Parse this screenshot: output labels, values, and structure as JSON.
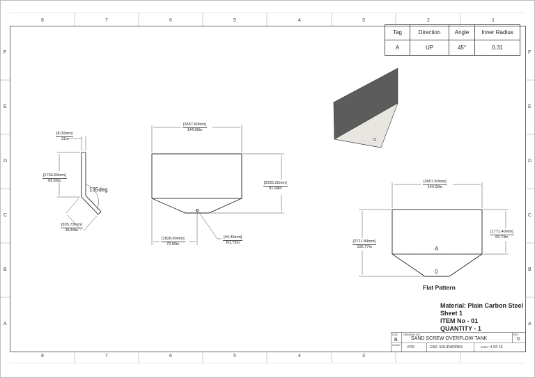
{
  "border": {
    "columns": [
      "8",
      "7",
      "6",
      "5",
      "4",
      "3",
      "2",
      "1"
    ],
    "rows": [
      "F",
      "E",
      "D",
      "C",
      "B",
      "A"
    ]
  },
  "bend_table": {
    "headers": [
      "Tag",
      "Direction",
      "Angle",
      "Inner Radius"
    ],
    "rows": [
      [
        "A",
        "UP",
        "45°",
        "0.31"
      ]
    ]
  },
  "side_view": {
    "thickness": [
      "[8.00mm]",
      ".31in"
    ],
    "height": [
      "[1766.69mm]",
      "69.55in"
    ],
    "angle": "135deg",
    "slope": [
      "[935.73mm]",
      "36.84in"
    ]
  },
  "front_view": {
    "width": [
      "[3657.60mm]",
      "144.00in"
    ],
    "height": [
      "[2335.22mm]",
      "91.94in"
    ],
    "half_width": [
      "[1828.80mm]",
      "72.00in"
    ],
    "hole": [
      "[44.45mm]",
      "R1.75in"
    ]
  },
  "flat_pattern": {
    "width": [
      "[3657.60mm]",
      "144.00in"
    ],
    "upper_height": [
      "[1771.40mm]",
      "69.74in"
    ],
    "total_height": [
      "[2711.84mm]",
      "106.77in"
    ],
    "bend_tag": "A",
    "bottom_tag": "0",
    "label": "Flat Pattern"
  },
  "notes": {
    "material": "Material: Plain Carbon Steel",
    "sheet": "Sheet 1",
    "item": "ITEM No - 01",
    "quantity": "QUANTITY - 1"
  },
  "title_block": {
    "size_label": "SIZE",
    "size": "B",
    "dwg_label": "DRAWING NO",
    "title": "SAND SCREW OVERFLOW TANK",
    "rev_label": "REV",
    "rev": "0",
    "scale_label": "SCALE",
    "scale": "NTS",
    "cad": "CAD: SOLIDWORKS",
    "sheet_prefix": "SHEET",
    "sheet_num": "4",
    "sheet_of": "OF 19"
  }
}
